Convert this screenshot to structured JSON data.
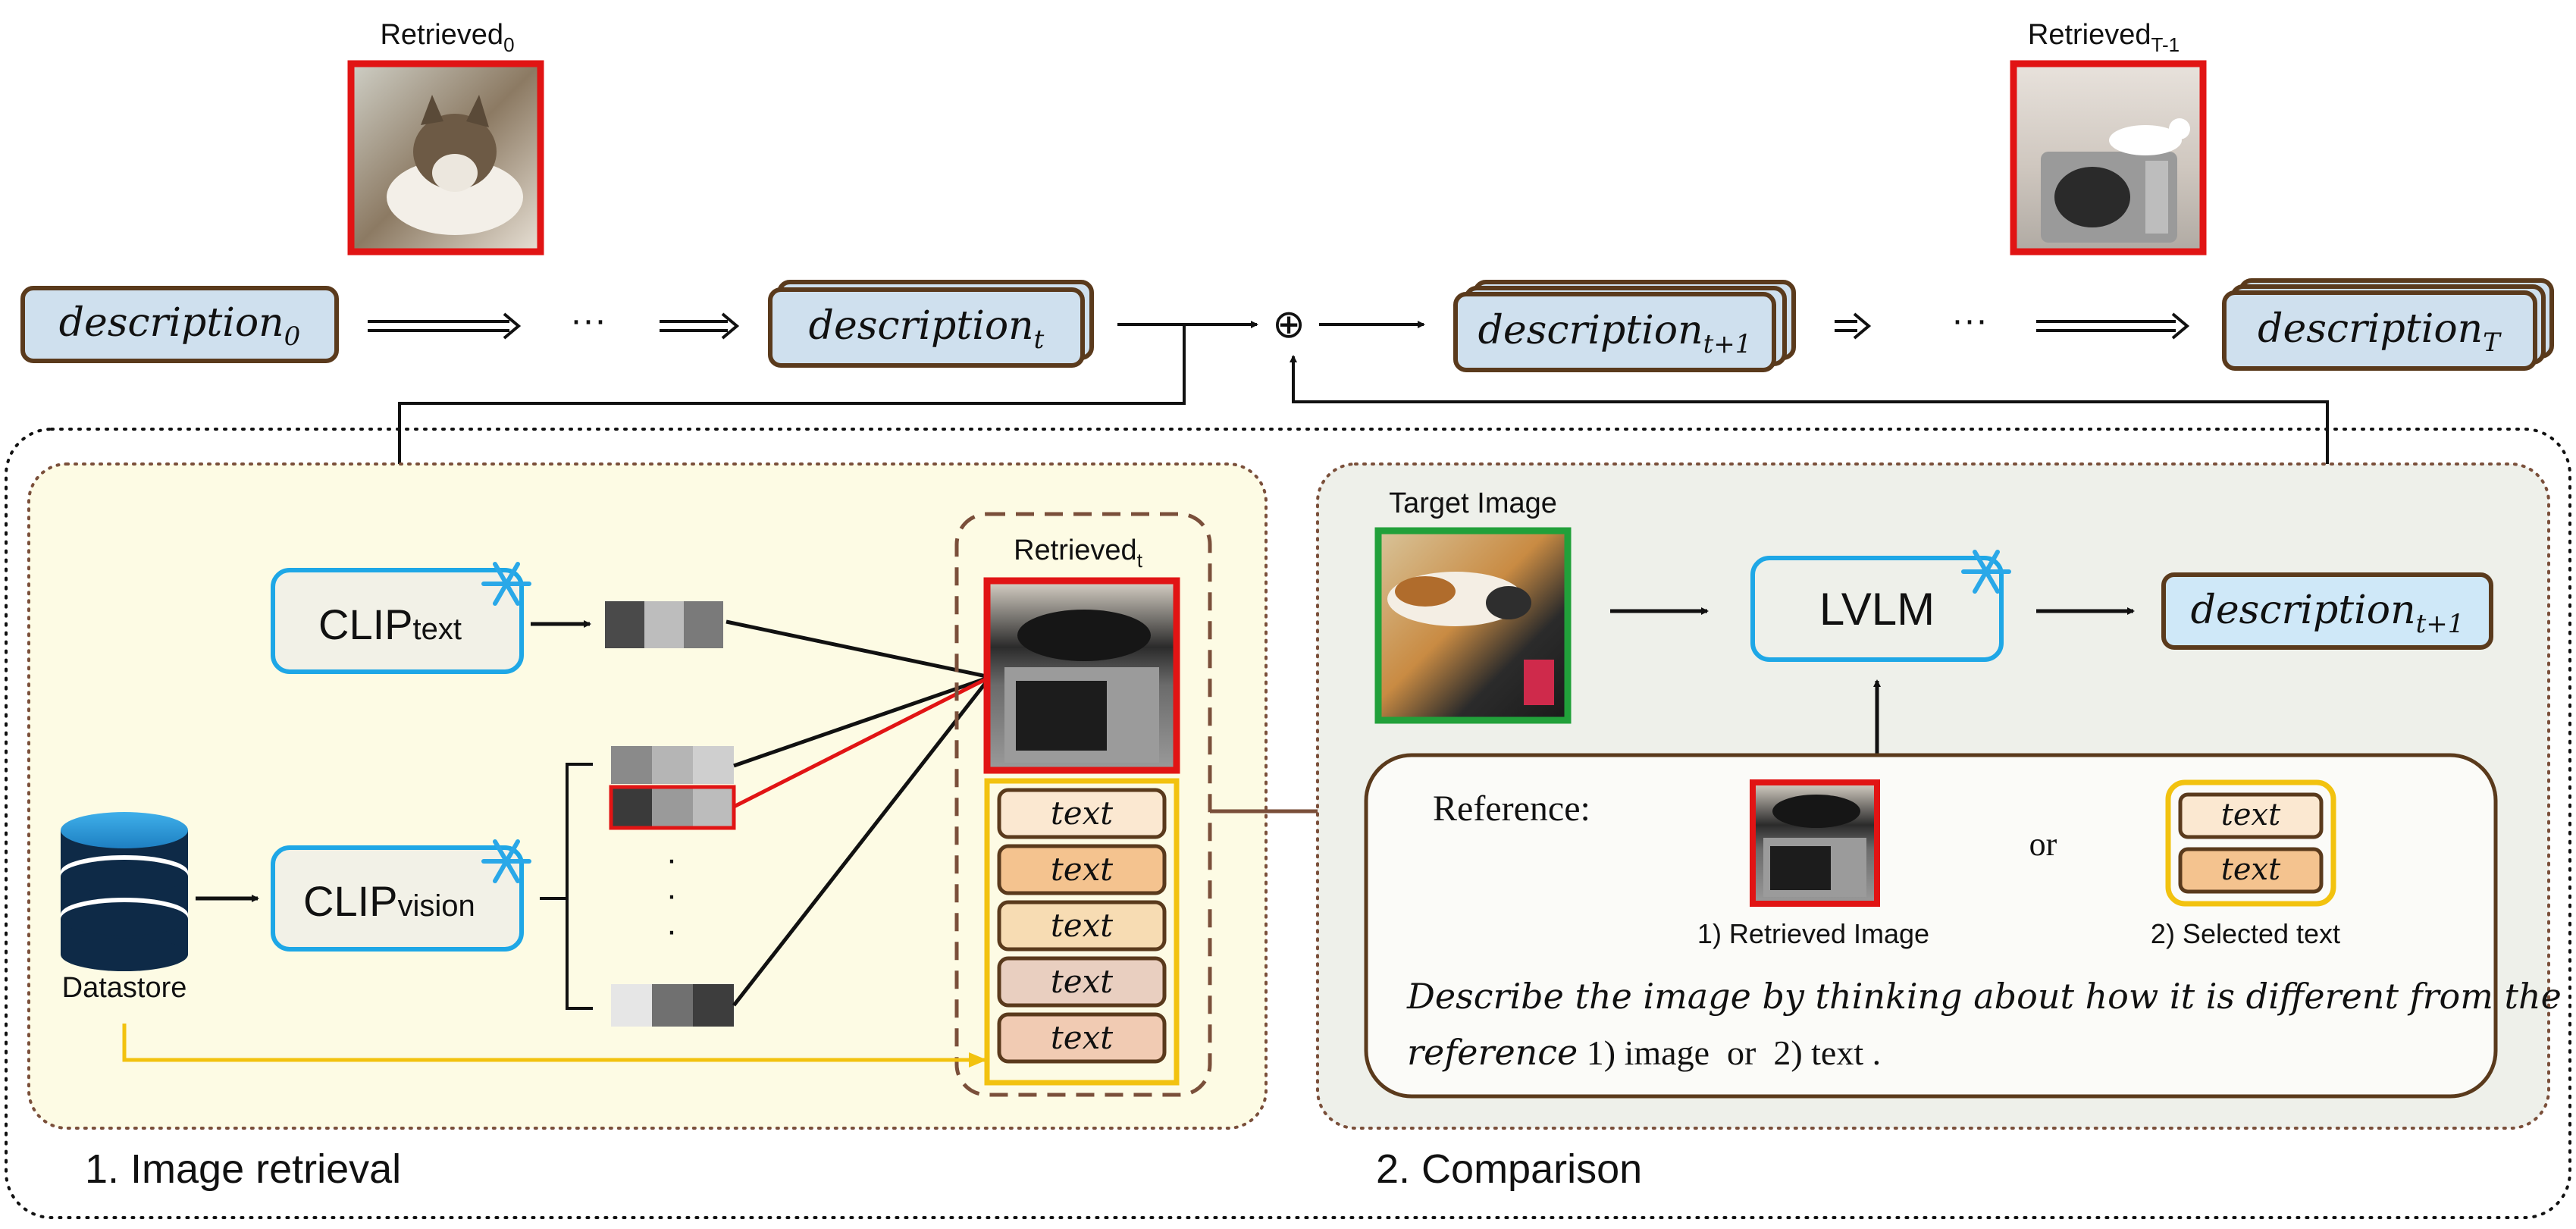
{
  "top_row": {
    "retrieved_0_label": "Retrieved",
    "retrieved_0_sub": "0",
    "retrieved_last_label": "Retrieved",
    "retrieved_last_sub": "T-1",
    "desc_0": "description",
    "desc_0_sub": "0",
    "ellipsis_1": "···",
    "desc_t": "description",
    "desc_t_sub": "t",
    "oplus": "⊕",
    "desc_t1": "description",
    "desc_t1_sub": "t+1",
    "ellipsis_2": "···",
    "desc_T": "description",
    "desc_T_sub": "T"
  },
  "retrieval_panel": {
    "title": "1. Image retrieval",
    "clip_text_main": "CLIP",
    "clip_text_sub": "text",
    "clip_vision_main": "CLIP",
    "clip_vision_sub": "vision",
    "datastore_label": "Datastore",
    "retrieved_t_label": "Retrieved",
    "retrieved_t_sub": "t",
    "vertical_dots": "·",
    "text_items": [
      "text",
      "text",
      "text",
      "text",
      "text"
    ]
  },
  "comparison_panel": {
    "title": "2. Comparison",
    "target_image_label": "Target Image",
    "lvlm_label": "LVLM",
    "desc_out": "description",
    "desc_out_sub": "t+1",
    "reference_label": "Reference:",
    "or_label": "or",
    "retrieved_image_caption": "1) Retrieved Image",
    "selected_text_caption": "2) Selected text",
    "ref_text_items": [
      "text",
      "text"
    ],
    "prompt_line1": "Describe the image by thinking about how it is different from the",
    "prompt_line2_italic": "reference",
    "prompt_line2_rest": " 1) image  or  2) text ."
  },
  "colors": {
    "desc_fill": "#cfe0ee",
    "desc_border": "#5a3a1c",
    "retrieval_bg": "#fdfbe4",
    "comparison_bg": "#eef0ea",
    "clip_border": "#1ea7e6",
    "red_frame": "#e11414",
    "green_frame": "#21a03a",
    "yellow_frame": "#f2c20f",
    "arrow_brown": "#7a4f3a",
    "text_fills": [
      "#fbe8d1",
      "#f4c38f",
      "#f7dcb3",
      "#e9cfc0",
      "#f1cbb3"
    ]
  }
}
